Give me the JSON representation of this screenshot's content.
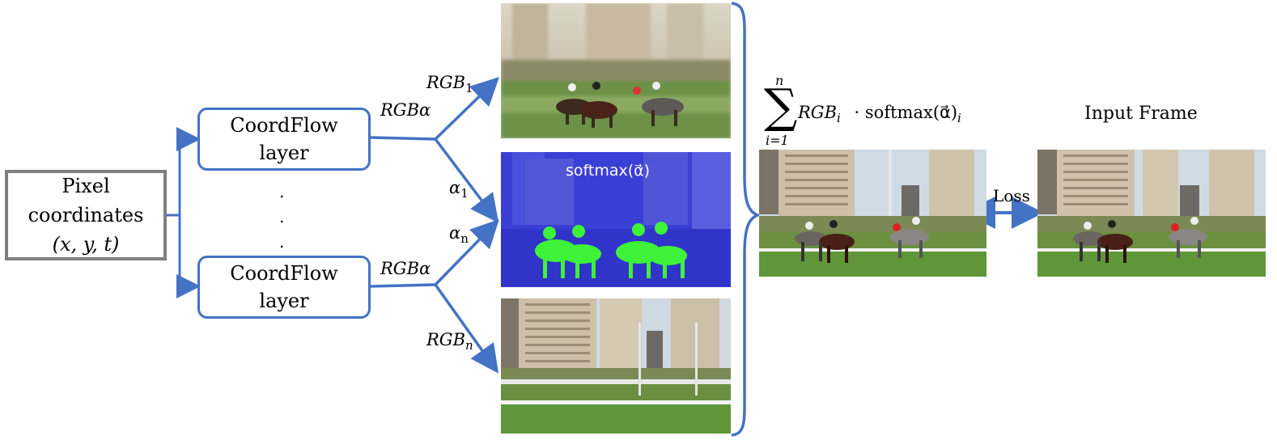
{
  "input_box": {
    "line1": "Pixel",
    "line2": "coordinates",
    "line3": "(x, y, t)"
  },
  "coordflow_top": {
    "line1": "CoordFlow",
    "line2": "layer"
  },
  "coordflow_bottom": {
    "line1": "CoordFlow",
    "line2": "layer"
  },
  "ellipsis": ".\n.\n.",
  "labels": {
    "rgb_alpha_top": "RGBα",
    "rgb_alpha_bottom": "RGBα",
    "rgb1_base": "RGB",
    "rgb1_sub": "1",
    "alpha1_base": "α",
    "alpha1_sub": "1",
    "alphan_base": "α",
    "alphan_sub": "n",
    "rgbn_base": "RGB",
    "rgbn_sub": "n",
    "softmax_overlay": "softmax(α⃗)"
  },
  "sum_formula": {
    "top": "n",
    "sigma": "∑",
    "bottom": "i=1",
    "term_base": "RGB",
    "term_sub": "i",
    "dot": "·",
    "softmax": "softmax(α⃗)",
    "softmax_sub": "i"
  },
  "loss_label": "Loss",
  "input_frame_label": "Input Frame",
  "colors": {
    "accent": "#4472c4",
    "box_gray": "#7f7f7f",
    "mask_blue": "#4a52e6",
    "mask_green": "#3ef23a"
  }
}
